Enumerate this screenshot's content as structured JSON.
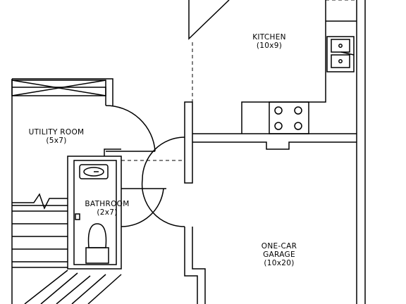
{
  "rooms": {
    "kitchen": {
      "name": "KITCHEN",
      "size": "(10x9)"
    },
    "utility": {
      "name": "UTILITY ROOM",
      "size": "(5x7)"
    },
    "bathroom": {
      "name": "BATHROOM",
      "size": "(2x7)"
    },
    "garage": {
      "name": "ONE-CAR",
      "name2": "GARAGE",
      "size": "(10x20)"
    }
  }
}
